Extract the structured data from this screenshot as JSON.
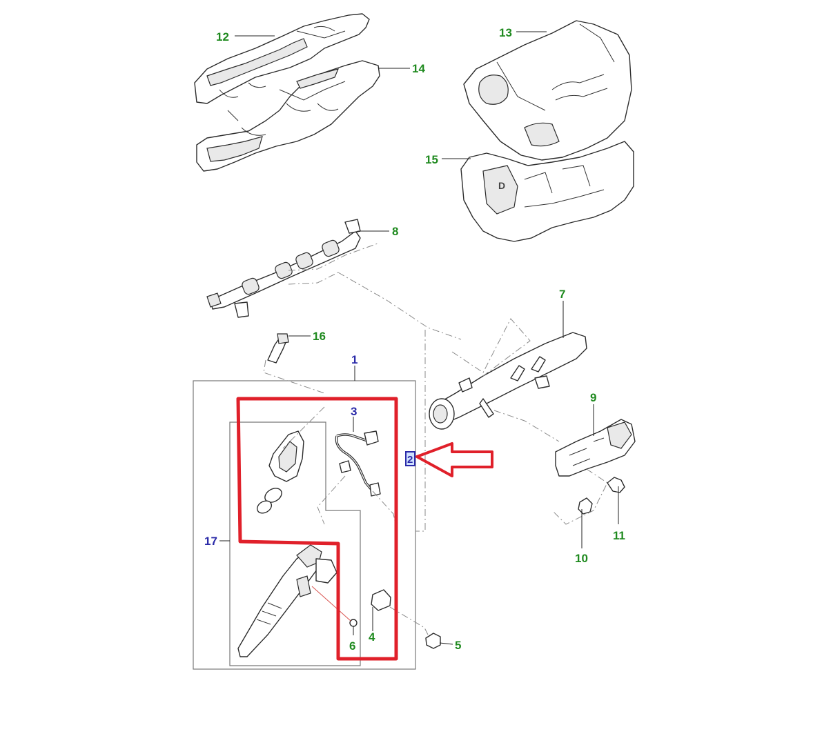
{
  "callouts": {
    "c1": "1",
    "c2": "2",
    "c3": "3",
    "c4": "4",
    "c5": "5",
    "c6": "6",
    "c7": "7",
    "c8": "8",
    "c9": "9",
    "c10": "10",
    "c11": "11",
    "c12": "12",
    "c13": "13",
    "c14": "14",
    "c15": "15",
    "c16": "16",
    "c17": "17"
  },
  "cover_mark": "D",
  "colors": {
    "callout_green": "#1f8a1f",
    "callout_blue": "#2a2aa8",
    "highlight_red": "#e0202a",
    "line_art": "#2b2b2b"
  },
  "icons": [
    "highlight-outline",
    "pointer-arrow-icon"
  ]
}
